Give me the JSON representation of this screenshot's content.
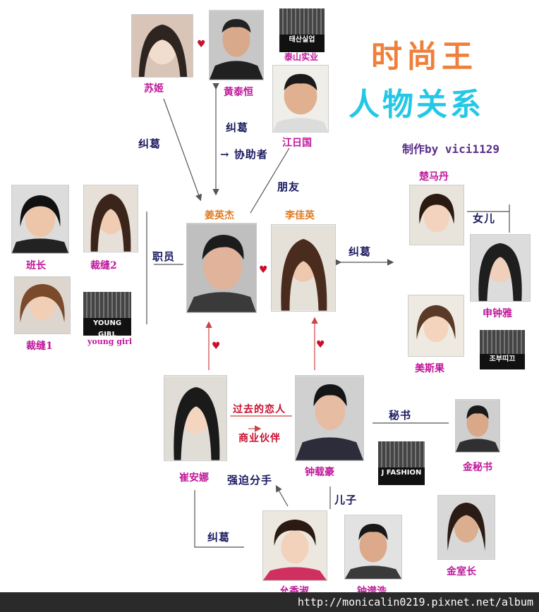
{
  "title": {
    "line1": "时尚王",
    "line2": "人物关系",
    "credit": "制作by vici1129"
  },
  "people": {
    "suji": "苏姬",
    "huangtaiheng": "黄泰恒",
    "jiangriguo": "江日国",
    "jiangyingjie": "姜英杰",
    "liyijia": "李佳英",
    "chumadan": "楚马丹",
    "shenzhongya": "申钟雅",
    "banzhang": "班长",
    "caifeng2": "裁缝2",
    "caifeng1": "裁缝1",
    "meisiguo": "美斯果",
    "cuianna": "崔安娜",
    "zhongzaihao": "钟载豪",
    "jinmishu": "金秘书",
    "jinshizhang": "金室长",
    "yunxiangshu": "允香淑",
    "zhongpuhao": "钟谱浩"
  },
  "companies": {
    "taishan_kr": "태산실업",
    "taishan_cn": "泰山实业",
    "younggirl_logo": "YOUNG GIRL",
    "younggirl": "young girl",
    "chobupiko": "조부띠끄",
    "jfashion": "J FASHION"
  },
  "relations": {
    "jiuge1": "纠葛",
    "jiuge2": "纠葛",
    "jiuge3": "纠葛",
    "jiuge4": "纠葛",
    "xiezhuzhe": "→ 协助者",
    "pengyou": "朋友",
    "nuer": "女儿",
    "zhiyuan": "职员",
    "guoqu": "过去的恋人",
    "shangye": "商业伙伴",
    "qiangpo": "强迫分手",
    "mishu": "秘书",
    "erzi": "儿子"
  },
  "footer": "http://monicalin0219.pixnet.net/album"
}
